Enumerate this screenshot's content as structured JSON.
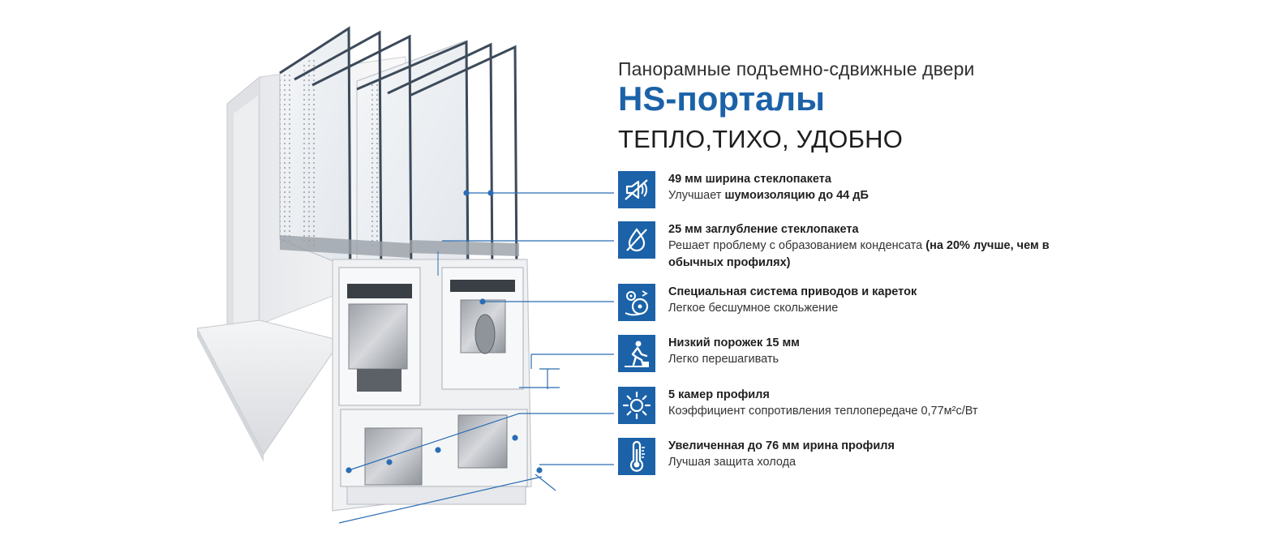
{
  "header": {
    "subtitle": "Панорамные подъемно-сдвижные двери",
    "title": "HS-порталы",
    "tagline": "ТЕПЛО,ТИХО, УДОБНО"
  },
  "features": [
    {
      "icon": "sound-mute-icon",
      "heading": "49 мм ширина стеклопакета",
      "desc_plain": "Улучшает ",
      "desc_bold": "шумоизоляцию до 44 дБ",
      "desc_tail": ""
    },
    {
      "icon": "no-condensation-icon",
      "heading": "25 мм заглубление стеклопакета",
      "desc_plain": "Решает проблему с образованием конденсата ",
      "desc_bold": "(на 20% лучше, чем в обычных профилях)",
      "desc_tail": ""
    },
    {
      "icon": "rollers-icon",
      "heading": "Специальная система приводов и кареток",
      "desc_plain": "Легкое бесшумное скольжение",
      "desc_bold": "",
      "desc_tail": ""
    },
    {
      "icon": "person-stepping-icon",
      "heading": "Низкий порожек 15 мм",
      "desc_plain": "Легко перешагивать",
      "desc_bold": "",
      "desc_tail": ""
    },
    {
      "icon": "sun-icon",
      "heading": "5 камер профиля",
      "desc_plain": "Коэффициент сопротивления теплопередаче 0,77м²с/Вт",
      "desc_bold": "",
      "desc_tail": ""
    },
    {
      "icon": "thermometer-icon",
      "heading": "Увеличенная до 76 мм ирина профиля",
      "desc_plain": "Лучшая защита холода",
      "desc_bold": "",
      "desc_tail": ""
    }
  ],
  "colors": {
    "accent": "#1b62a8",
    "leader_line": "#2a6db5",
    "glass_edge": "#3c4a5a",
    "profile_white": "#f2f3f5",
    "profile_shadow": "#c9ccd2"
  }
}
